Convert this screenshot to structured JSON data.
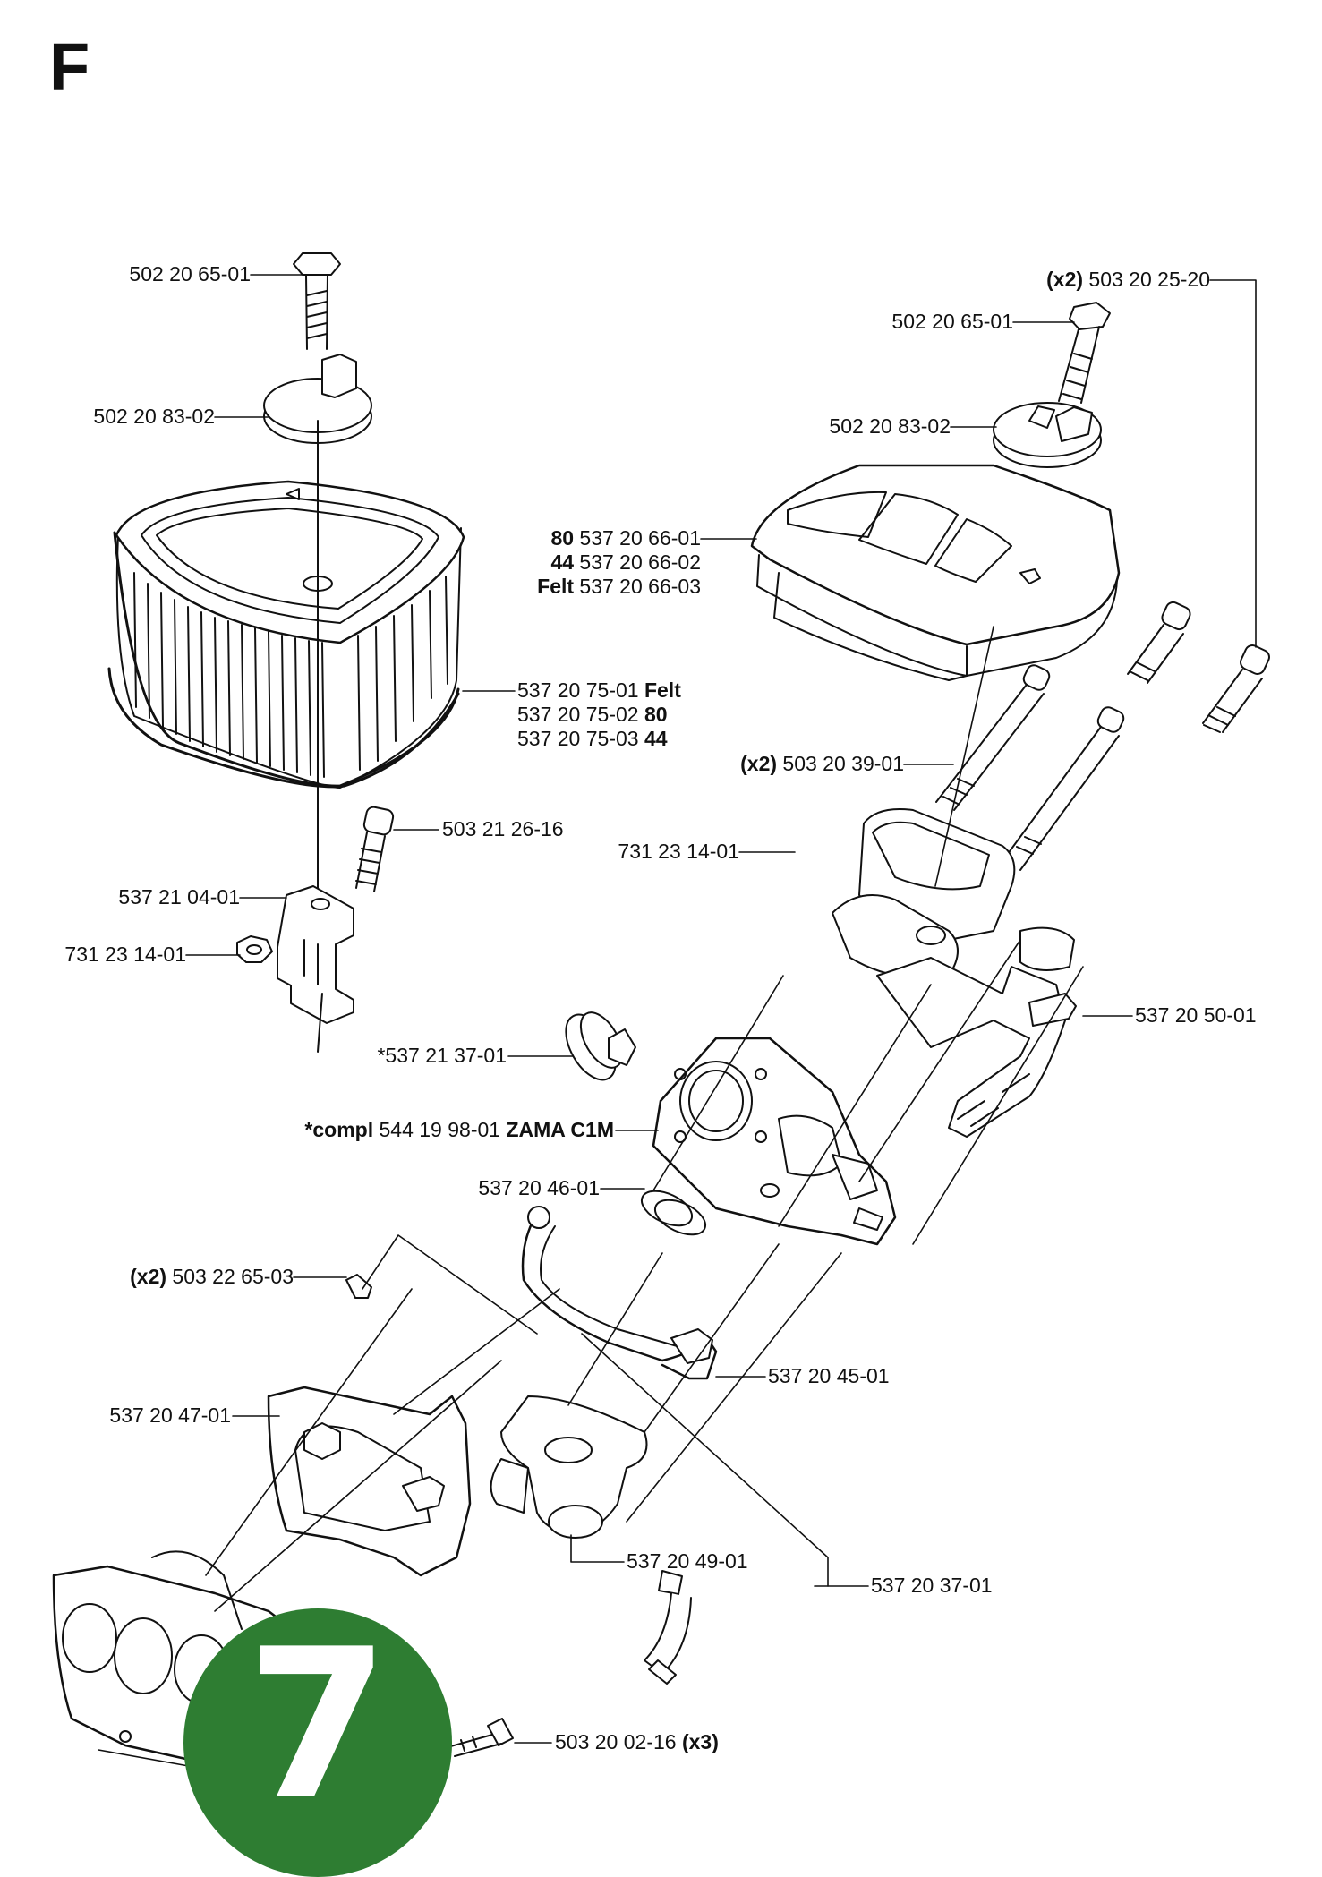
{
  "section": "F",
  "badge": "7",
  "labels": {
    "bolt_left": "502 20 65-01",
    "washer_left": "502 20 83-02",
    "filter_l1_num": "537 20 75-01",
    "filter_l1_suf": "Felt",
    "filter_l2_num": "537 20 75-02",
    "filter_l2_suf": "80",
    "filter_l3_num": "537 20 75-03",
    "filter_l3_suf": "44",
    "screw_503212616": "503 21 26-16",
    "bracket": "537 21 04-01",
    "nut_left": "731 23 14-01",
    "screw_x2_pre": "(x2)",
    "screw_x2_num": "503 20 25-20",
    "bolt_right": "502 20 65-01",
    "washer_right": "502 20 83-02",
    "cover_l1_pre": "80",
    "cover_l1_num": "537 20 66-01",
    "cover_l2_pre": "44",
    "cover_l2_num": "537 20 66-02",
    "cover_l3_pre": "Felt",
    "cover_l3_num": "537 20 66-03",
    "screw39_pre": "(x2)",
    "screw39_num": "503 20 39-01",
    "nut_right": "731 23 14-01",
    "base": "537 20 50-01",
    "pump_cover": "*537 21 37-01",
    "carb_pre": "*compl",
    "carb_num": "544 19 98-01",
    "carb_suf": "ZAMA C1M",
    "seal": "537 20 46-01",
    "clip_pre": "(x2)",
    "clip_num": "503 22 65-03",
    "strap": "537 20 45-01",
    "insulator": "537 20 47-01",
    "intake": "537 20 49-01",
    "hose": "537 20 37-01",
    "screw_bottom_num": "503 20 02-16",
    "screw_bottom_suf": "(x3)"
  },
  "colors": {
    "badge": "#2e7d32",
    "line": "#111111"
  }
}
